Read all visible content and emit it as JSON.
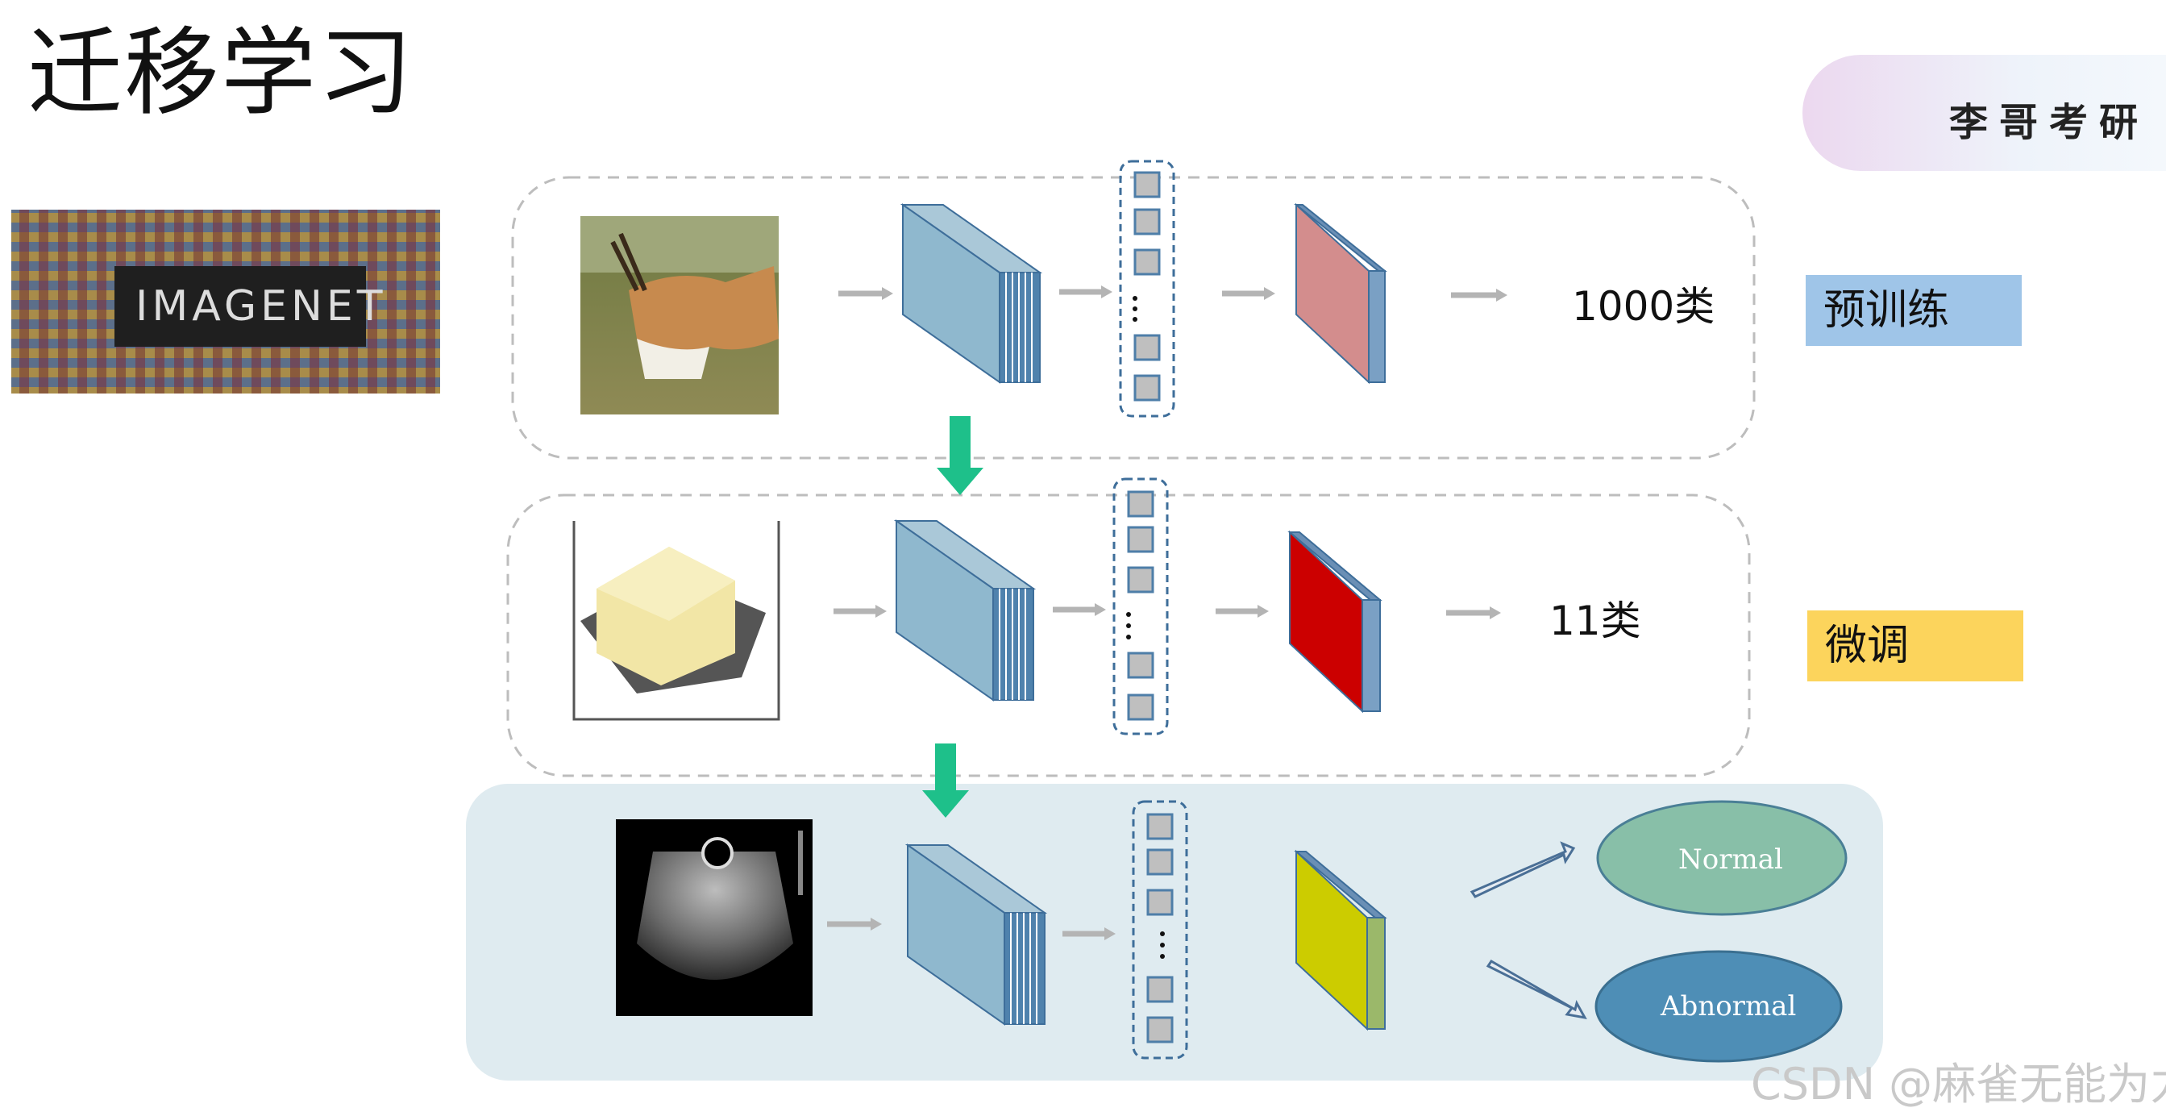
{
  "page": {
    "title": "迁移学习"
  },
  "brand": {
    "name": "李哥考研"
  },
  "imagenet": {
    "logo_text": "IMAGENET"
  },
  "stages": {
    "pretrain": {
      "label": "预训练",
      "output": "1000类",
      "label_color": "#9fc5e8",
      "output_color": "#d38d8d"
    },
    "finetune": {
      "label": "微调",
      "output": "11类",
      "label_color": "#fcd45c",
      "output_color": "#cc0000"
    },
    "target": {
      "output_color": "#cccc00",
      "panel_color": "#dfebf0"
    }
  },
  "outputs": {
    "normal": {
      "label": "Normal",
      "color": "#88bfa8"
    },
    "abnormal": {
      "label": "Abnormal",
      "color": "#4e8eb6"
    }
  },
  "colors": {
    "transfer_arrow": "#1ec08a",
    "flow_arrow": "#b4b4b4",
    "cnn_face": "#8fb8ce",
    "cnn_edge": "#3e6e9a"
  },
  "watermark": "CSDN @麻雀无能为力"
}
